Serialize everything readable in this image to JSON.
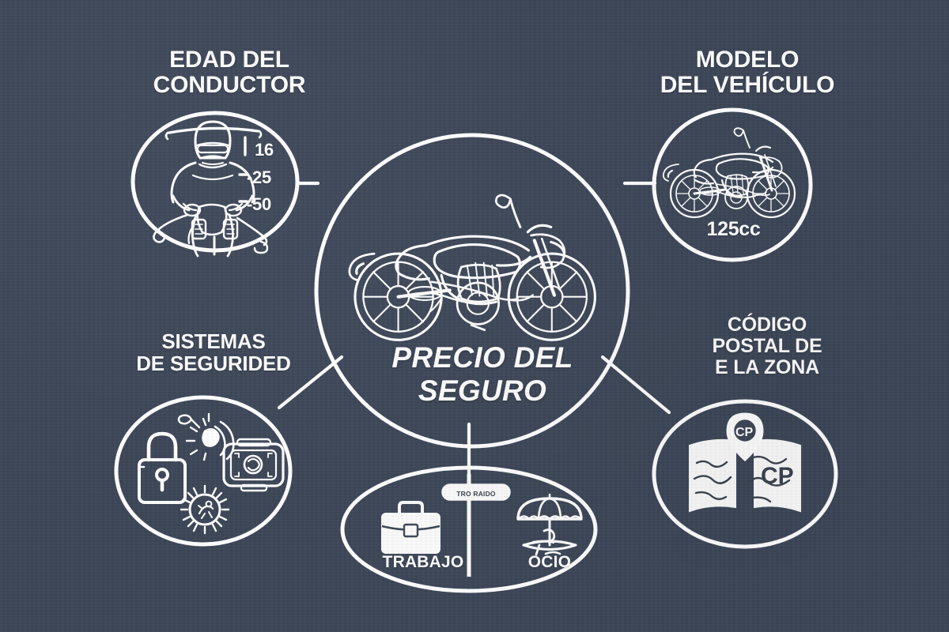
{
  "theme": {
    "background": "#3c4657",
    "stroke": "#ffffff",
    "text": "#ffffff",
    "dark_text": "#39424f"
  },
  "center": {
    "title": "PRECIO DEL\nSEGURO",
    "icon": "motorcycle-icon"
  },
  "nodes": [
    {
      "id": "edad-del-conductor",
      "label": "EDAD DEL\nCONDUCTOR",
      "icon": "rider-front-icon",
      "values": [
        "16",
        "-25",
        "-50"
      ],
      "position": "top-left"
    },
    {
      "id": "modelo-del-vehiculo",
      "label": "MODELO\nDEL VEHÍCULO",
      "icon": "motorcycle-side-icon",
      "value": "125cc",
      "position": "top-right"
    },
    {
      "id": "sistemas-de-seguridad",
      "label": "SISTEMAS\nDE SEGURIDED",
      "icons": [
        "padlock-icon",
        "alarm-siren-icon",
        "security-device-icon",
        "motion-sensor-icon"
      ],
      "position": "bottom-left"
    },
    {
      "id": "codigo-postal",
      "label": "CÓDIGO\nPOSTAL DE\nE LA ZONA",
      "icon": "map-pin-icon",
      "map_text": "CP",
      "pin_text": "CP",
      "position": "bottom-right"
    },
    {
      "id": "uso-del-vehiculo",
      "label": "",
      "sign_text": "TRO RAIDO",
      "options": [
        {
          "label": "TRABAJO",
          "icon": "briefcase-icon"
        },
        {
          "label": "OCIO",
          "icon": "beach-umbrella-icon"
        }
      ],
      "position": "bottom-center"
    }
  ]
}
